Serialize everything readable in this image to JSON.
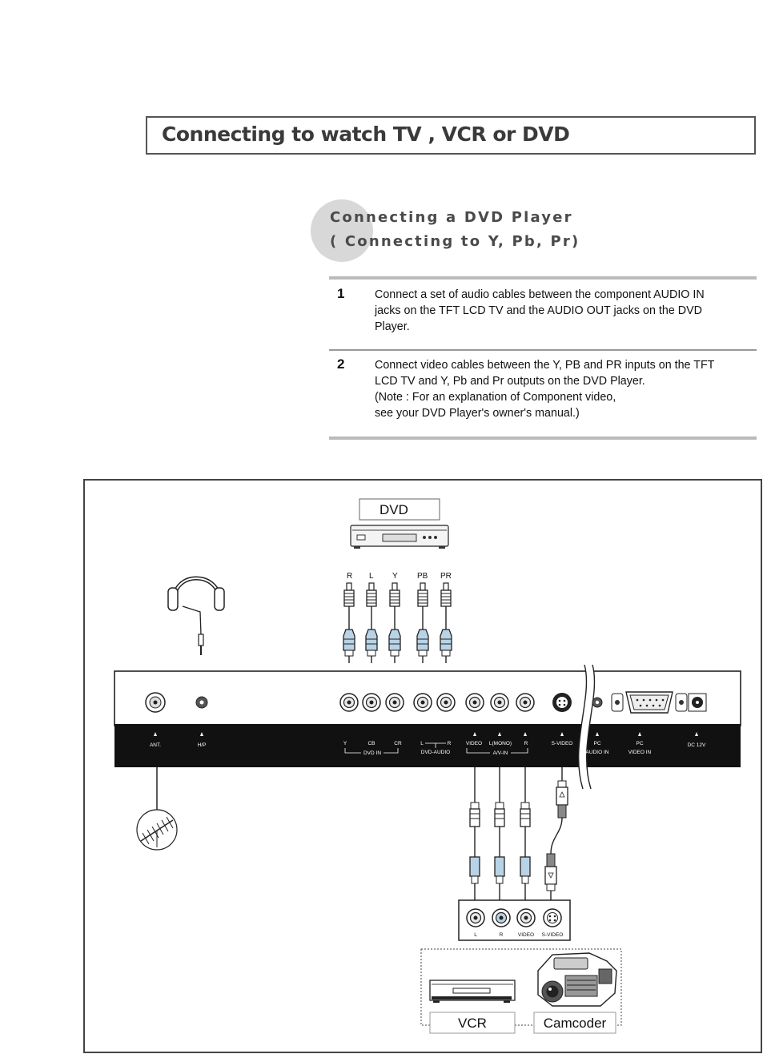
{
  "header": {
    "title": "Connecting to watch TV , VCR or DVD"
  },
  "section": {
    "title_line1": "Connecting a DVD Player",
    "title_line2": "( Connecting to Y, Pb, Pr)"
  },
  "steps": [
    {
      "number": "1",
      "lines": [
        "Connect a set of audio cables between the component AUDIO IN",
        "jacks on the TFT LCD TV and the AUDIO OUT jacks on the DVD",
        "Player."
      ]
    },
    {
      "number": "2",
      "lines": [
        "Connect video cables between the Y, PB  and PR  inputs on the TFT",
        "LCD TV and Y, Pb and Pr outputs on the DVD Player.",
        "(Note : For an explanation of Component video,",
        "see your DVD   Player's owner's   manual.)"
      ]
    }
  ],
  "diagram": {
    "dvd_label": "DVD",
    "dvd_plug_labels": [
      "R",
      "L",
      "Y",
      "PB",
      "PR"
    ],
    "panel_labels": {
      "ant": "ANT.",
      "hp": "H/P",
      "y": "Y",
      "cb": "CB",
      "cr": "CR",
      "dvd_in": "DVD IN",
      "audio_l": "L",
      "audio_r": "R",
      "dvd_audio": "DVD-AUDIO",
      "video": "VIDEO",
      "l_mono": "L(MONO)",
      "av_r": "R",
      "av_in": "A/V-IN",
      "s_video": "S-VIDEO",
      "pc_audio_1": "PC",
      "pc_audio_2": "AUDIO IN",
      "pc_video_1": "PC",
      "pc_video_2": "VIDEO IN",
      "dc": "DC 12V"
    },
    "device_jack_labels": [
      "L",
      "R",
      "VIDEO",
      "S-VIDEO"
    ],
    "vcr_label": "VCR",
    "camcoder_label": "Camcoder"
  }
}
